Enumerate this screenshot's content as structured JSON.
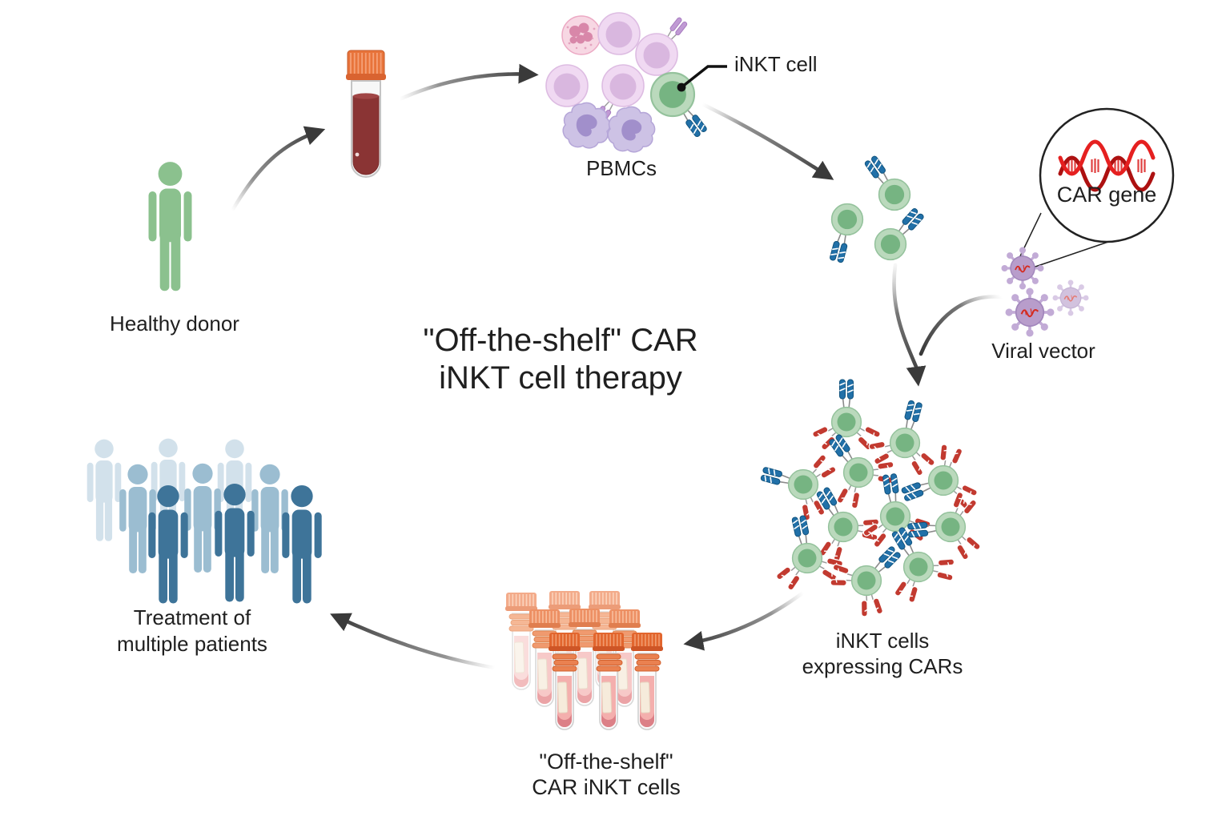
{
  "title": {
    "line1": "\"Off-the-shelf\" CAR",
    "line2": "iNKT cell therapy"
  },
  "nodes": {
    "donor": {
      "label": "Healthy donor"
    },
    "pbmcs": {
      "label": "PBMCs"
    },
    "inkt_callout": {
      "label": "iNKT cell"
    },
    "car_gene": {
      "label": "CAR gene"
    },
    "viral_vector": {
      "label": "Viral vector"
    },
    "car_inkt": {
      "label_line1": "iNKT cells",
      "label_line2": "expressing CARs"
    },
    "vials": {
      "label_line1": "\"Off-the-shelf\"",
      "label_line2": "CAR iNKT cells"
    },
    "patients": {
      "label_line1": "Treatment of",
      "label_line2": "multiple patients"
    }
  },
  "icons": {
    "donor_person": "healthy-donor-person-icon",
    "blood_tube": "blood-collection-tube-icon",
    "pbmc_cluster": "pbmc-cell-cluster",
    "inkt_cell": "inkt-cell-icon",
    "viral_vector": "virus-particle-icon",
    "car_gene_dna": "dna-helix-icon",
    "cryovials": "cryovial-rack-icon",
    "patient_group": "patient-group-icon",
    "arrows": "curved-flow-arrow"
  },
  "colors": {
    "donor_green": "#8BC18E",
    "cell_green_body": "#BAD9BC",
    "cell_green_nucleus": "#76B482",
    "tcr_blue": "#2170A8",
    "car_red": "#C23A30",
    "pbmc_pink": "#F0D9F2",
    "monocyte_purple": "#CDC2E5",
    "virus_purple": "#B89DCB",
    "dna_red": "#E52020",
    "cap_orange": "#E2662E",
    "blood_red": "#8A3434",
    "patient_front_blue": "#3E7499",
    "patient_mid_blue": "#9BBDD1",
    "patient_back_blue": "#D2E1EB",
    "arrow_gray": "#3A3A3A"
  }
}
